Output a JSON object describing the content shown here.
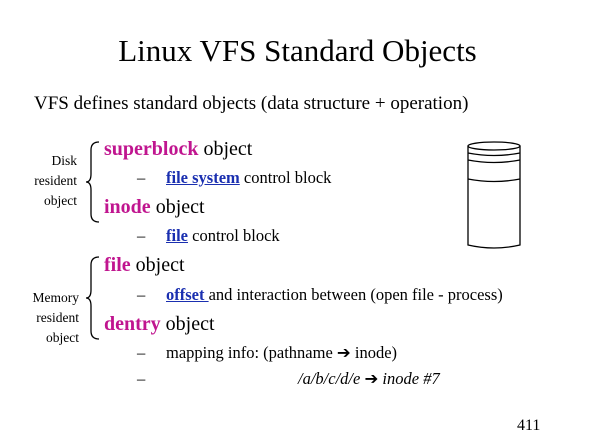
{
  "title": "Linux VFS  Standard Objects",
  "subtitle": "VFS defines standard objects (data structure + operation)",
  "groups": {
    "disk": [
      "Disk",
      "resident",
      "object"
    ],
    "memory": [
      "Memory",
      "resident",
      "object"
    ]
  },
  "items": {
    "superblock": {
      "keyword": "superblock",
      "rest": " object"
    },
    "superblock_sub": {
      "dash": "–",
      "link": "file system",
      "rest": " control block"
    },
    "inode": {
      "keyword": "inode",
      "rest": " object"
    },
    "inode_sub": {
      "dash": "–",
      "link": "file",
      "rest": " control block"
    },
    "file": {
      "keyword": "file",
      "rest": " object"
    },
    "file_sub": {
      "dash": "–",
      "link": "offset ",
      "rest": "and interaction between (open file - process)"
    },
    "dentry": {
      "keyword": "dentry",
      "rest": " object"
    },
    "dentry_sub1": {
      "dash": "–",
      "text": "mapping info:   (pathname ",
      "arrow": "➔",
      "text2": "  inode)"
    },
    "dentry_sub2": {
      "dash": "–",
      "path": "/a/b/c/d/e ",
      "arrow": "➔",
      "tail": " inode #7"
    }
  },
  "page_number": "411",
  "colors": {
    "keyword": "#c0158f",
    "link": "#1a2fb0"
  },
  "icons": [
    "disk-cylinder-icon",
    "left-brace-icon"
  ]
}
